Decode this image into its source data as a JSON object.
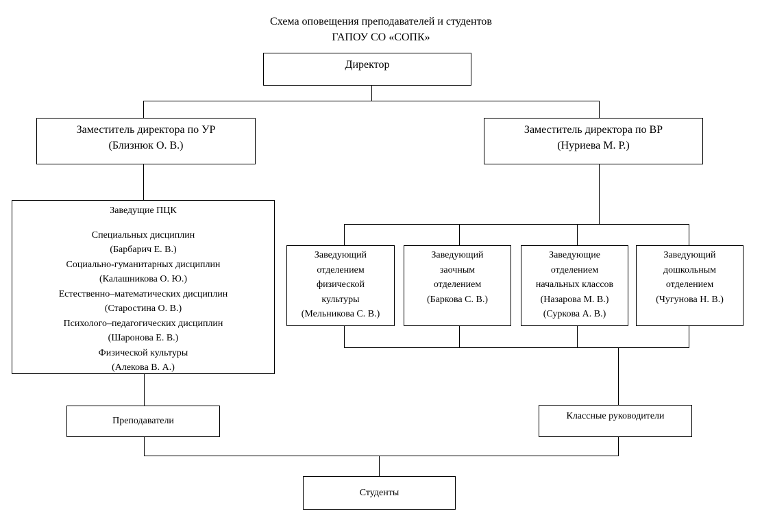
{
  "title": {
    "line1": "Схема оповещения преподавателей и студентов",
    "line2": "ГАПОУ СО «СОПК»"
  },
  "director": "Директор",
  "deputy_ur": {
    "line1": "Заместитель директора по УР",
    "line2": "(Близнюк О. В.)"
  },
  "deputy_vr": {
    "line1": "Заместитель директора по ВР",
    "line2": "(Нуриева М. Р.)"
  },
  "pck": {
    "heading": "Заведущие ПЦК",
    "lines": [
      "Специальных дисциплин",
      "(Барбарич Е. В.)",
      "Социально-гуманитарных дисциплин",
      "(Калашникова О. Ю.)",
      "Естественно–математических дисциплин",
      "(Старостина О. В.)",
      "Психолого–педагогических дисциплин",
      "(Шаронова Е. В.)",
      "Физической культуры",
      "(Алекова В. А.)"
    ]
  },
  "departments": [
    {
      "lines": [
        "Заведующий",
        "отделением",
        "физической",
        "культуры",
        "(Мельникова С. В.)"
      ]
    },
    {
      "lines": [
        "Заведующий",
        "заочным",
        "отделением",
        "(Баркова С. В.)"
      ]
    },
    {
      "lines": [
        "Заведующие",
        "отделением",
        "начальных классов",
        "(Назарова М. В.)",
        "(Суркова А. В.)"
      ]
    },
    {
      "lines": [
        "Заведующий",
        "дошкольным",
        "отделением",
        "(Чугунова Н. В.)"
      ]
    }
  ],
  "teachers": "Преподаватели",
  "class_leaders": "Классные руководители",
  "students": "Студенты"
}
